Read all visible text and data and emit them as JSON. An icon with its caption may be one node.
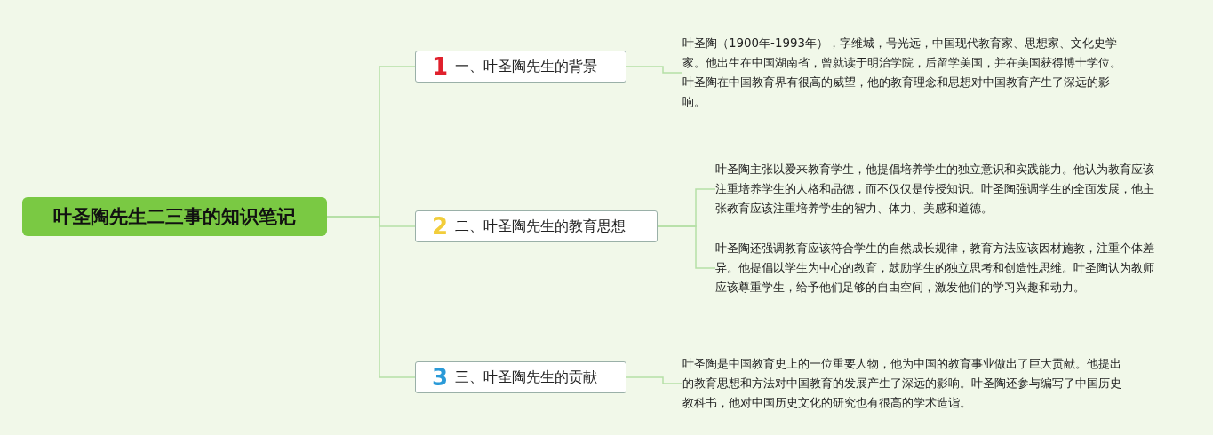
{
  "diagram": {
    "nodes": [
      {
        "text": [
          "叶圣陶先生二三事的知识笔记"
        ]
      },
      {
        "text": [
          "1",
          "一、叶圣陶先生的背景"
        ]
      },
      {
        "text": [
          "2",
          "二、叶圣陶先生的教育思想"
        ]
      },
      {
        "text": [
          "3",
          "三、叶圣陶先生的贡献"
        ]
      },
      {
        "text": [
          "叶圣陶（1900年-1993年），字维城，号光远，中国现代教育家、思想家、文化史学家。他出生在中国湖南省，曾就读于明治学院，后留学美国，并在美国获得博士学位。叶圣陶在中国教育界有很高的威望，他的教育理念和思想对中国教育产生了深远的影响。"
        ]
      },
      {
        "text": [
          "叶圣陶主张以爱来教育学生，他提倡培养学生的独立意识和实践能力。他认为教育应该注重培养学生的人格和品德，而不仅仅是传授知识。叶圣陶强调学生的全面发展，他主张教育应该注重培养学生的智力、体力、美感和道德。"
        ]
      },
      {
        "text": [
          "叶圣陶还强调教育应该符合学生的自然成长规律，教育方法应该因材施教，注重个体差异。他提倡以学生为中心的教育，鼓励学生的独立思考和创造性思维。叶圣陶认为教师应该尊重学生，给予他们足够的自由空间，激发他们的学习兴趣和动力。"
        ]
      },
      {
        "text": [
          "叶圣陶是中国教育史上的一位重要人物，他为中国的教育事业做出了巨大贡献。他提出的教育思想和方法对中国教育的发展产生了深远的影响。叶圣陶还参与编写了中国历史教科书，他对中国历史文化的研究也有很高的学术造诣。"
        ]
      }
    ],
    "edges": [
      {
        "from": 0,
        "to": 1,
        "arrow": "none"
      },
      {
        "from": 0,
        "to": 2,
        "arrow": "none"
      },
      {
        "from": 0,
        "to": 3,
        "arrow": "none"
      },
      {
        "from": 1,
        "to": 4,
        "arrow": "none"
      },
      {
        "from": 2,
        "to": 5,
        "arrow": "none"
      },
      {
        "from": 2,
        "to": 6,
        "arrow": "none"
      },
      {
        "from": 3,
        "to": 7,
        "arrow": "none"
      }
    ]
  }
}
